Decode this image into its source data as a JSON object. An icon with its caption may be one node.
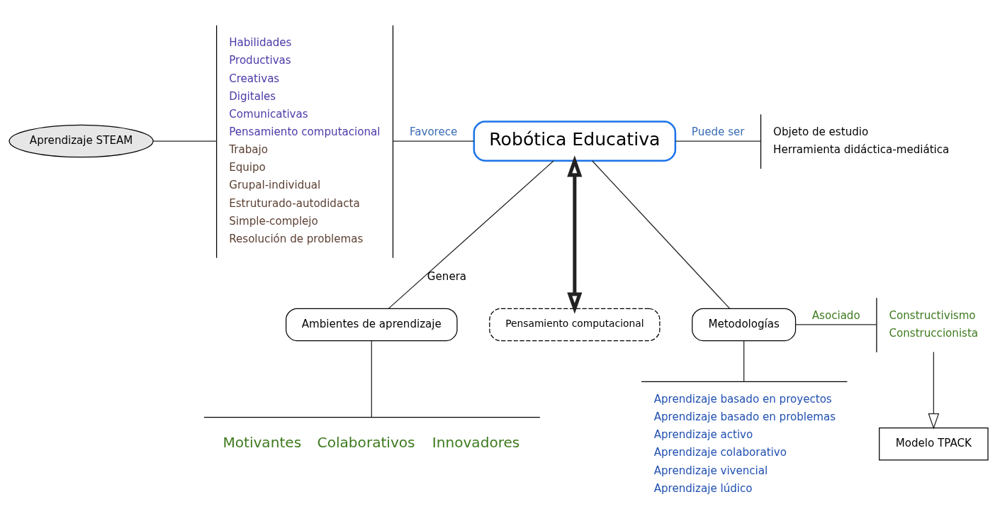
{
  "diagram": {
    "nodes": [
      {
        "text": [
          "Motivantes",
          "Colaborativos",
          "Innovadores"
        ]
      },
      {
        "text": [
          "Ambientes de aprendizaje"
        ]
      },
      {
        "text": [
          "Pensamiento computacional"
        ]
      },
      {
        "text": [
          "Habilidades",
          "Productivas",
          "Creativas",
          "Digitales",
          "Comunicativas",
          "Pensamiento computacional",
          "Trabajo",
          "Equipo",
          "Grupal-individual",
          "Estruturado-autodidacta",
          "Simple-complejo",
          "Resolución de problemas"
        ]
      },
      {
        "text": [
          "Aprendizaje STEAM"
        ]
      },
      {
        "text": [
          "Robótica Educativa"
        ]
      },
      {
        "text": [
          "Objeto de estudio",
          "Herramienta didáctica-mediática"
        ]
      },
      {
        "text": [
          "Metodologías"
        ]
      },
      {
        "text": [
          "Constructivismo",
          "Construccionista"
        ]
      },
      {
        "text": [
          "Modelo TPACK"
        ]
      },
      {
        "text": [
          "Aprendizaje basado en proyectos",
          "Aprendizaje basado en problemas",
          "Aprendizaje activo",
          "Aprendizaje colaborativo",
          "Aprendizaje vivencial",
          "Aprendizaje lúdico"
        ]
      }
    ],
    "edges": [
      {
        "from": 1,
        "to": 0,
        "arrow": "none"
      },
      {
        "from": 5,
        "to": 1,
        "arrow": "none",
        "label": "Genera"
      },
      {
        "from": 5,
        "to": 2,
        "arrow": "both",
        "style": "thick"
      },
      {
        "from": 4,
        "to": 3,
        "arrow": "none"
      },
      {
        "from": 3,
        "to": 5,
        "arrow": "none",
        "label": "Favorece"
      },
      {
        "from": 5,
        "to": 6,
        "arrow": "none",
        "label": "Puede ser"
      },
      {
        "from": 5,
        "to": 7,
        "arrow": "none"
      },
      {
        "from": 7,
        "to": 8,
        "arrow": "none",
        "label": "Asociado"
      },
      {
        "from": 8,
        "to": 9,
        "arrow": "to"
      },
      {
        "from": 7,
        "to": 10,
        "arrow": "none"
      }
    ]
  }
}
